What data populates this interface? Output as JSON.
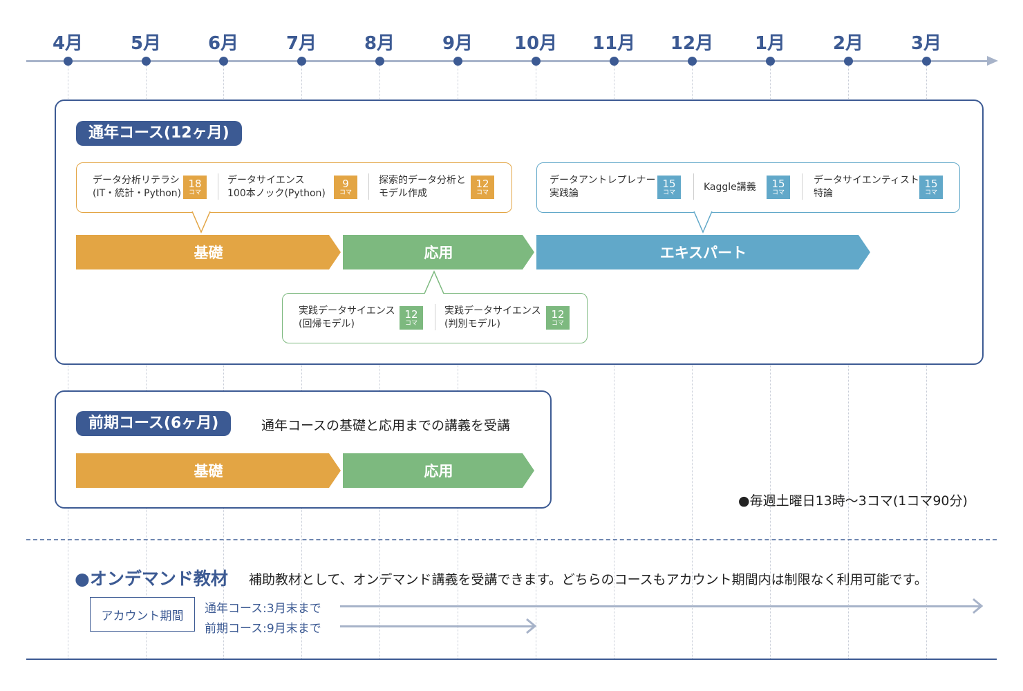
{
  "timeline": {
    "months": [
      "4月",
      "5月",
      "6月",
      "7月",
      "8月",
      "9月",
      "10月",
      "11月",
      "12月",
      "1月",
      "2月",
      "3月"
    ]
  },
  "full_year": {
    "title": "通年コース(12ヶ月)",
    "phases": {
      "basic": "基礎",
      "applied": "応用",
      "expert": "エキスパート"
    },
    "basic_items": [
      {
        "line1": "データ分析リテラシ",
        "line2": "(IT・統計・Python)",
        "count": "18",
        "unit": "コマ"
      },
      {
        "line1": "データサイエンス",
        "line2": "100本ノック(Python)",
        "count": "9",
        "unit": "コマ"
      },
      {
        "line1": "探索的データ分析と",
        "line2": "モデル作成",
        "count": "12",
        "unit": "コマ"
      }
    ],
    "expert_items": [
      {
        "line1": "データアントレプレナー",
        "line2": "実践論",
        "count": "15",
        "unit": "コマ"
      },
      {
        "line1": "Kaggle講義",
        "line2": "",
        "count": "15",
        "unit": "コマ"
      },
      {
        "line1": "データサイエンティスト",
        "line2": "特論",
        "count": "15",
        "unit": "コマ"
      }
    ],
    "applied_items": [
      {
        "line1": "実践データサイエンス",
        "line2": "(回帰モデル)",
        "count": "12",
        "unit": "コマ"
      },
      {
        "line1": "実践データサイエンス",
        "line2": "(判別モデル)",
        "count": "12",
        "unit": "コマ"
      }
    ]
  },
  "first_half": {
    "title": "前期コース(6ヶ月)",
    "description": "通年コースの基礎と応用までの講義を受講",
    "phases": {
      "basic": "基礎",
      "applied": "応用"
    }
  },
  "schedule_note": "●毎週土曜日13時〜3コマ(1コマ90分)",
  "on_demand": {
    "title": "●オンデマンド教材",
    "description": "補助教材として、オンデマンド講義を受講できます。どちらのコースもアカウント期間内は制限なく利用可能です。",
    "account_period_label": "アカウント期間",
    "periods": [
      {
        "label": "通年コース:3月末まで"
      },
      {
        "label": "前期コース:9月末まで"
      }
    ]
  },
  "colors": {
    "navy": "#3c5a93",
    "basic": "#e3a544",
    "applied": "#7db97f",
    "expert": "#61a8c9",
    "timeline": "#a7b3c9"
  }
}
